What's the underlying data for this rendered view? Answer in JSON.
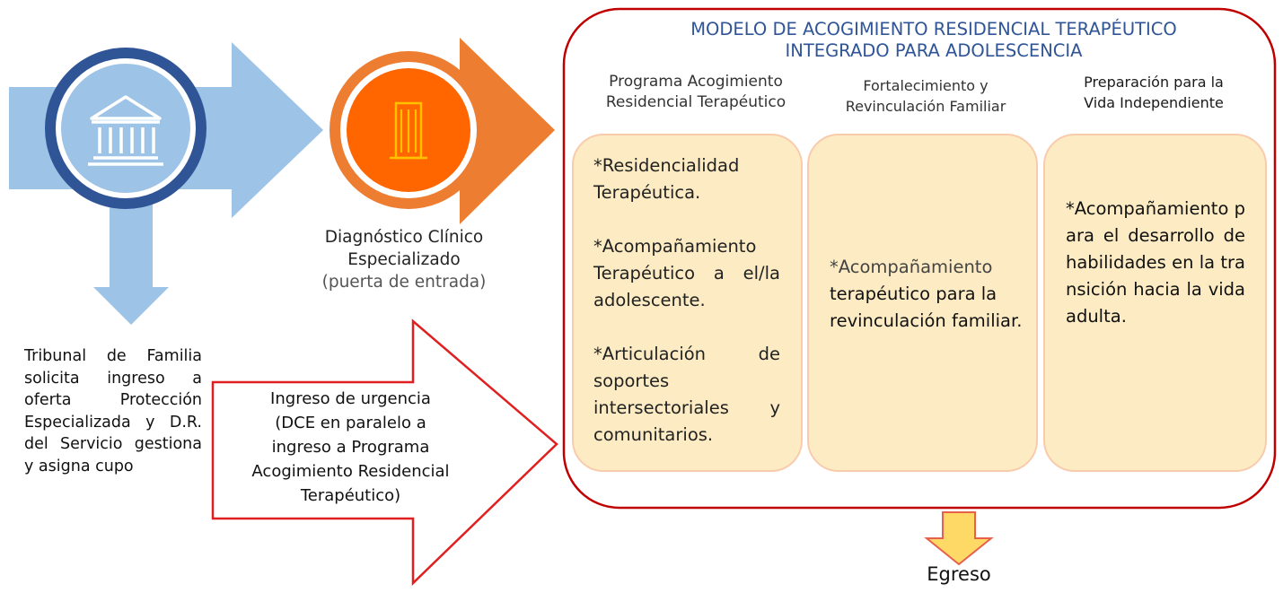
{
  "model": {
    "title_line1": "MODELO DE ACOGIMIENTO RESIDENCIAL TERAPÉUTICO",
    "title_line2": "INTEGRADO PARA ADOLESCENCIA",
    "title_color": "#2f5597",
    "border_color": "#c00000"
  },
  "columns": [
    {
      "header_line1": "Programa Acogimiento",
      "header_line2": "Residencial Terapéutico",
      "items": [
        "*Residencialidad Terapéutica.",
        "*Acompañamiento Terapéutico a el/la adolescente.",
        "*Articulación de soportes intersectoriales y comunitarios."
      ]
    },
    {
      "header_line1": "Fortalecimiento y",
      "header_line2": "Revinculación Familiar",
      "items": [
        "*Acompañamiento",
        "terapéutico para la revinculación familiar."
      ]
    },
    {
      "header_line1": "Preparación para la",
      "header_line2": "Vida Independiente",
      "items": [
        "*Acompañamiento para el desarrollo de habilidades en la transición hacia la vida adulta."
      ]
    }
  ],
  "left_text": "Tribunal de Familia solicita ingreso a oferta Protección Especializada y D.R. del Servicio gestiona y asigna cupo",
  "diagnostic": {
    "line1": "Diagnóstico Clínico",
    "line2": "Especializado",
    "line3": "(puerta de entrada)"
  },
  "urgent": {
    "line1": "Ingreso de urgencia",
    "line2": "(DCE en paralelo a",
    "line3": "ingreso a Programa",
    "line4": "Acogimiento Residencial",
    "line5": "Terapéutico)"
  },
  "exit_label": "Egreso",
  "icons": [
    "courthouse-icon",
    "building-icon"
  ],
  "colors": {
    "blue_arrow": "#9dc3e6",
    "blue_ring": "#2f5597",
    "orange_arrow": "#ed7d31",
    "orange_circle": "#ff6600",
    "box_fill": "#fdecc3",
    "box_border": "#f8cbad",
    "exit_arrow_fill": "#ffd966",
    "exit_arrow_border": "#e8604c"
  }
}
